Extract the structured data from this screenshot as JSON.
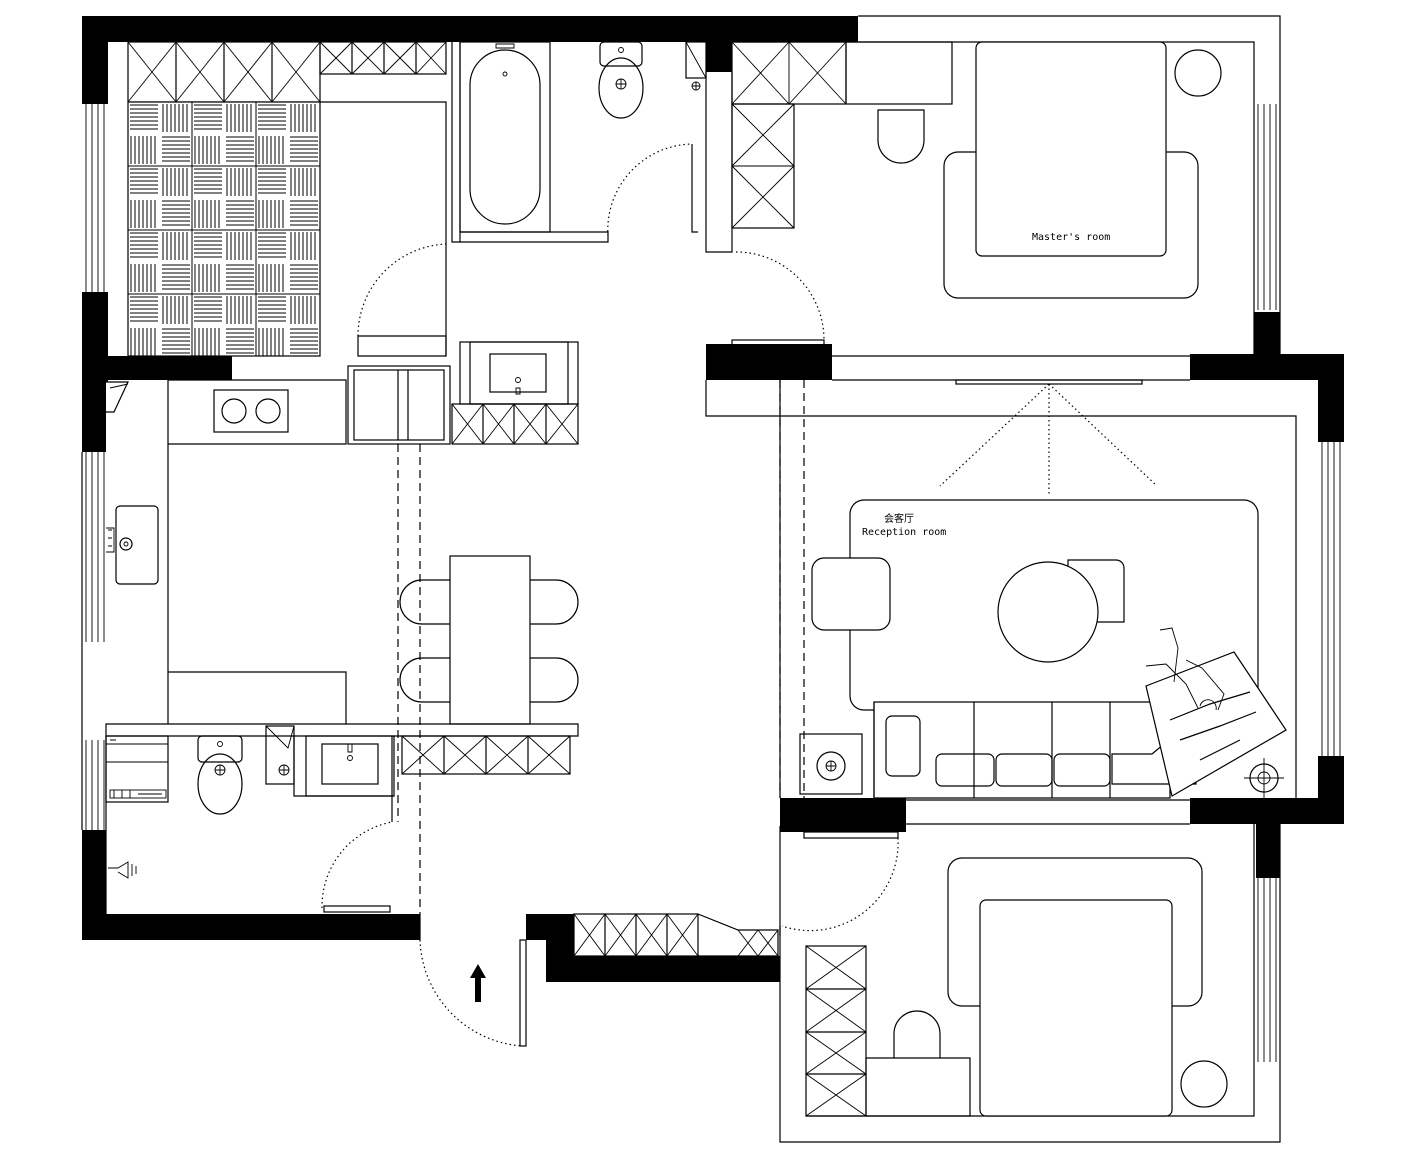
{
  "plan": {
    "rooms": {
      "master": {
        "label": "Master's room"
      },
      "reception": {
        "label_cn": "会客厅",
        "label_en": "Reception room"
      }
    }
  }
}
